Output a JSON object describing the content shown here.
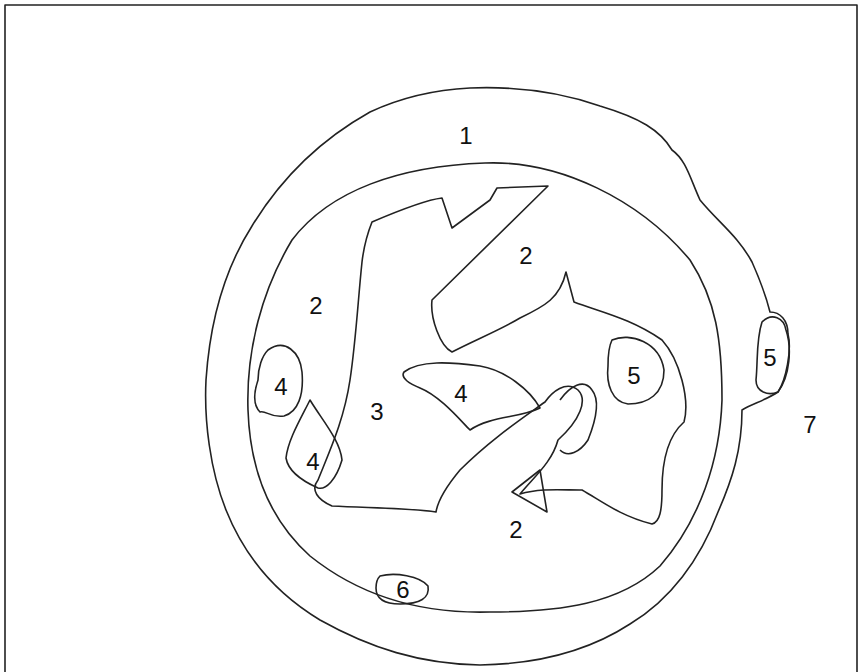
{
  "diagram": {
    "labels": [
      "1",
      "2",
      "2",
      "5",
      "5",
      "4",
      "4",
      "3",
      "7",
      "4",
      "2",
      "6"
    ]
  }
}
